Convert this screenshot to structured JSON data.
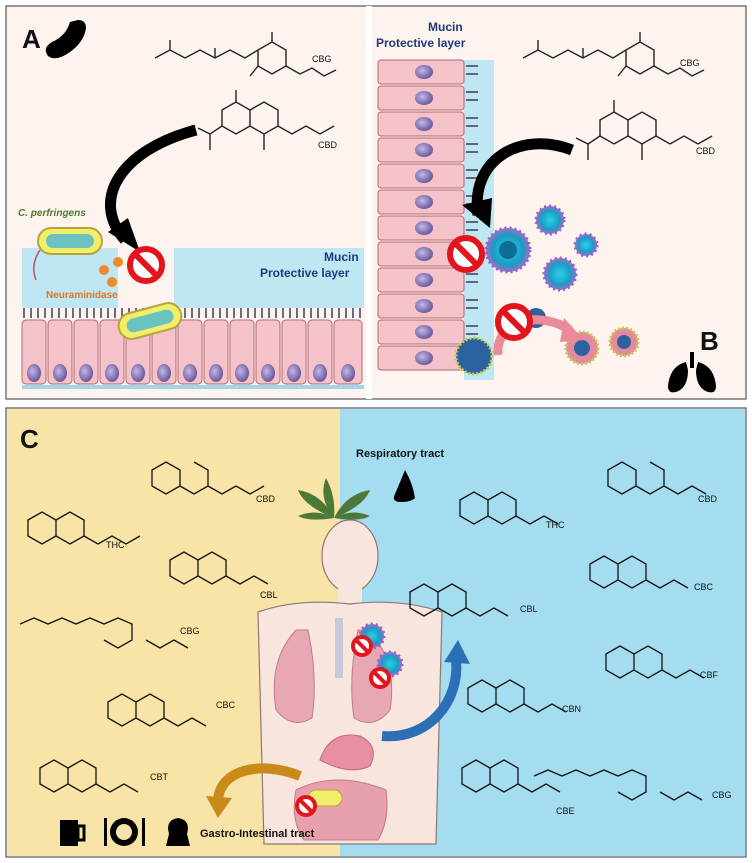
{
  "panel_labels": {
    "a": "A",
    "b": "B",
    "c": "C"
  },
  "panel_a": {
    "molecules": [
      "CBG",
      "CBD"
    ],
    "bacterium_label": "C. perfringens",
    "enzyme_label": "Neuraminidase",
    "mucin_line1": "Mucin",
    "mucin_line2": "Protective layer"
  },
  "panel_b": {
    "molecules": [
      "CBG",
      "CBD"
    ],
    "mucin_line1": "Mucin",
    "mucin_line2": "Protective layer"
  },
  "panel_c": {
    "respiratory_title": "Respiratory tract",
    "gi_title": "Gastro-Intestinal tract",
    "gi_molecules": [
      "THC",
      "CBD",
      "CBL",
      "CBG",
      "CBC",
      "CBT"
    ],
    "resp_molecules": [
      "THC",
      "CBD",
      "CBC",
      "CBL",
      "CBF",
      "CBN",
      "CBG",
      "CBE"
    ]
  },
  "icons": [
    "stomach-icon",
    "lungs-icon",
    "nose-icon",
    "cannabis-leaf-icon",
    "beer-mug-icon",
    "plate-cutlery-icon",
    "muffin-icon"
  ],
  "colors": {
    "panel_ab_bg": "#fdf3ef",
    "mucin_blue": "#bfe6f3",
    "cell_pink": "#f6c2c9",
    "nucleus_purple": "#8c7ab8",
    "gi_bg": "#f9e4a7",
    "resp_bg": "#a4dcf0",
    "inhibit_red": "#e3141b",
    "arrow_orange": "#c98a1a",
    "arrow_blue": "#2c6fb7"
  }
}
